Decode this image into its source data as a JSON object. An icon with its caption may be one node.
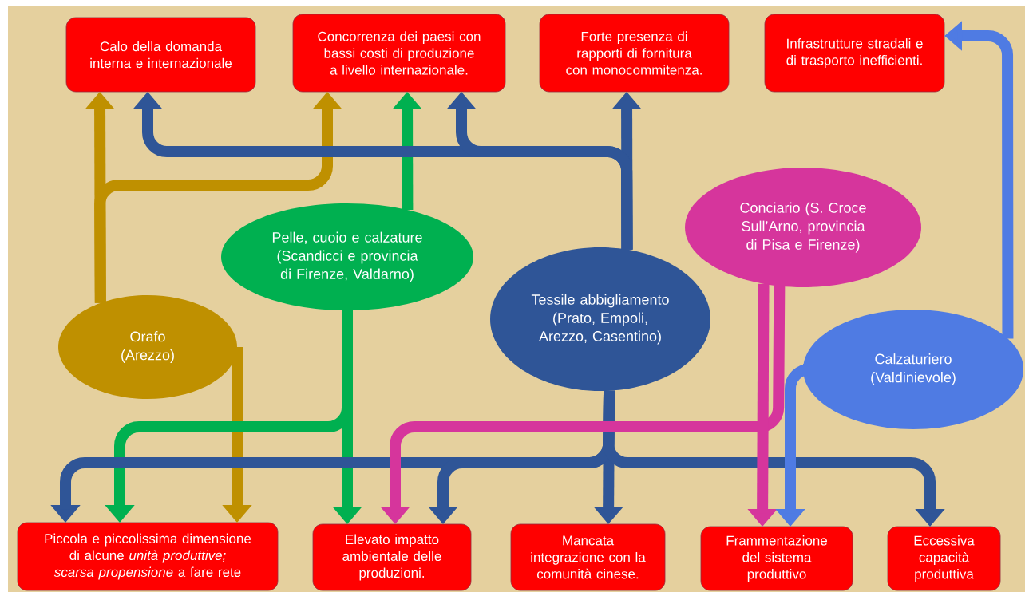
{
  "diagram": {
    "nodes": [
      {
        "text": [
          "Calo della domanda interna e internazionale"
        ]
      },
      {
        "text": [
          "Concorrenza dei paesi con bassi costi di produzione a livello internazionale."
        ]
      },
      {
        "text": [
          "Forte presenza di rapporti di fornitura con monocommitenza."
        ]
      },
      {
        "text": [
          "Infrastrutture stradali e di trasporto inefficienti."
        ]
      },
      {
        "text": [
          "Orafo (Arezzo)"
        ]
      },
      {
        "text": [
          "Pelle, cuoio e calzature (Scandicci e provincia di Firenze, Valdarno)"
        ]
      },
      {
        "text": [
          "Tessile abbigliamento (Prato, Empoli, Arezzo, Casentino)"
        ]
      },
      {
        "text": [
          "Conciario (S. Croce Sull’Arno, provincia di Pisa e Firenze)"
        ]
      },
      {
        "text": [
          "Calzaturiero (Valdinievole)"
        ]
      },
      {
        "text": [
          "Piccola e piccolissima dimensione di alcune *unità produttive; scarsa propensione* a fare rete"
        ]
      },
      {
        "text": [
          "Elevato impatto ambientale delle produzioni."
        ]
      },
      {
        "text": [
          "Mancata integrazione con la comunità cinese."
        ]
      },
      {
        "text": [
          "Frammentazione del sistema produttivo"
        ]
      },
      {
        "text": [
          "Eccessiva capacità produttiva"
        ]
      }
    ],
    "edges": [
      {
        "from": 4,
        "to": 0,
        "arrow": "to",
        "color": "#bf9000"
      },
      {
        "from": 4,
        "to": 1,
        "arrow": "to",
        "color": "#bf9000"
      },
      {
        "from": 4,
        "to": 9,
        "arrow": "to",
        "color": "#bf9000"
      },
      {
        "from": 5,
        "to": 1,
        "arrow": "to",
        "color": "#00b050"
      },
      {
        "from": 5,
        "to": 10,
        "arrow": "to",
        "color": "#00b050"
      },
      {
        "from": 5,
        "to": 9,
        "arrow": "to",
        "color": "#00b050"
      },
      {
        "from": 6,
        "to": 2,
        "arrow": "to"
      },
      {
        "from": 6,
        "to": 0,
        "arrow": "to"
      },
      {
        "from": 6,
        "to": 1,
        "arrow": "to"
      },
      {
        "from": 6,
        "to": 11,
        "arrow": "to"
      },
      {
        "from": 6,
        "to": 9,
        "arrow": "to"
      },
      {
        "from": 6,
        "to": 10,
        "arrow": "to"
      },
      {
        "from": 6,
        "to": 13,
        "arrow": "to"
      },
      {
        "from": 7,
        "to": 10,
        "arrow": "to",
        "color": "#d6359c"
      },
      {
        "from": 7,
        "to": 12,
        "arrow": "to",
        "color": "#d6359c"
      },
      {
        "from": 8,
        "to": 3,
        "arrow": "to",
        "color": "#4f7be3"
      },
      {
        "from": 8,
        "to": 12,
        "arrow": "to",
        "color": "#4f7be3"
      }
    ]
  }
}
